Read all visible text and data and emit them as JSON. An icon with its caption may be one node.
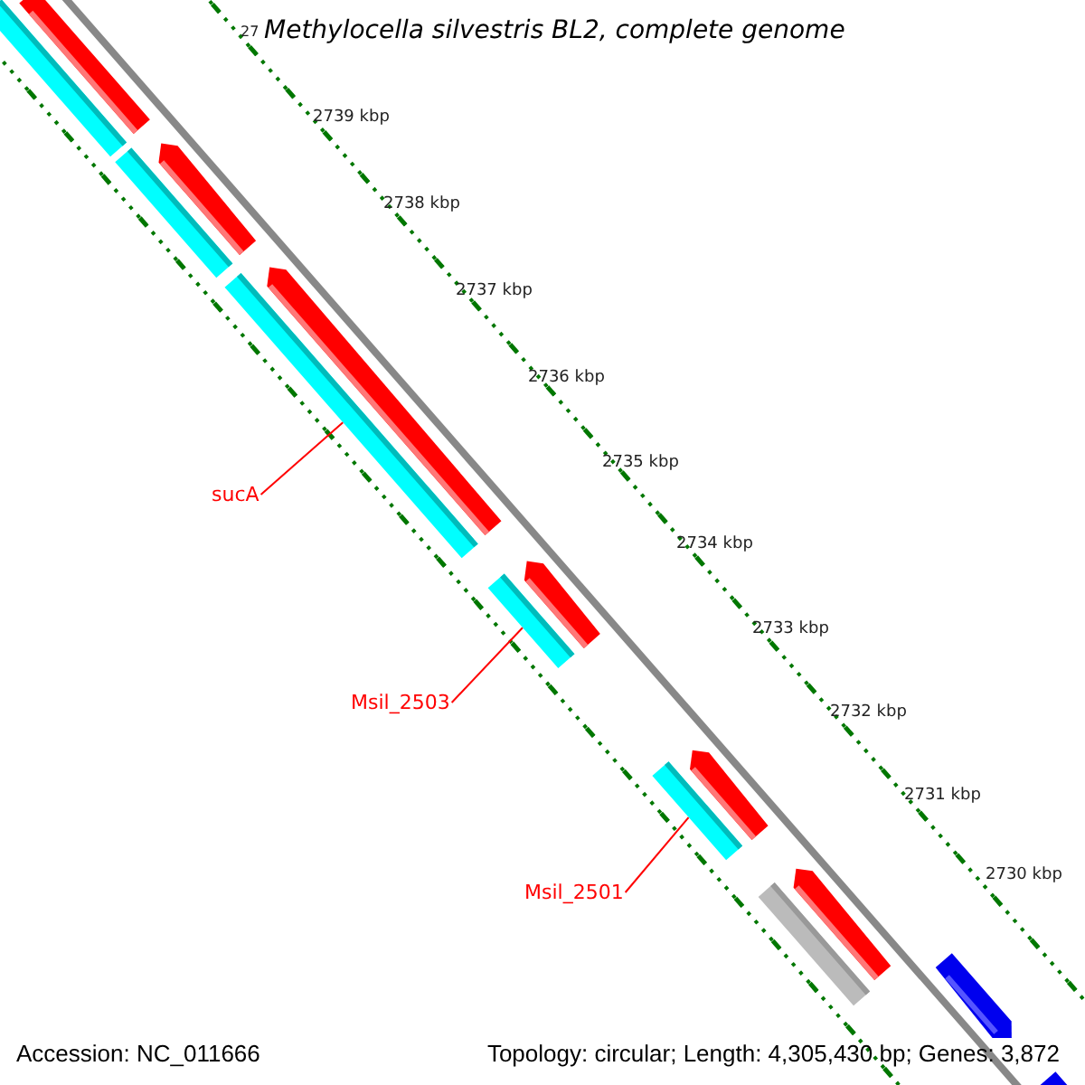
{
  "diagram": {
    "title": "Methylocella silvestris BL2, complete genome",
    "nodes": [
      {
        "text": [],
        "shape": "arrow"
      },
      {
        "text": [],
        "shape": "bar"
      },
      {
        "text": [],
        "shape": "arrow"
      },
      {
        "text": [],
        "shape": "bar"
      },
      {
        "text": [],
        "shape": "arrow"
      },
      {
        "text": [],
        "shape": "bar"
      },
      {
        "text": [
          "sucA"
        ]
      },
      {
        "text": [],
        "shape": "arrow"
      },
      {
        "text": [],
        "shape": "bar"
      },
      {
        "text": [
          "Msil_2503"
        ]
      },
      {
        "text": [],
        "shape": "arrow"
      },
      {
        "text": [],
        "shape": "bar"
      },
      {
        "text": [
          "Msil_2501"
        ]
      },
      {
        "text": [],
        "shape": "bar"
      },
      {
        "text": [],
        "shape": "arrow"
      },
      {
        "text": [],
        "shape": "arrow"
      },
      {
        "text": [],
        "shape": "arrow"
      }
    ],
    "edges": [
      {
        "from": 6,
        "to": 5,
        "arrow": "none"
      },
      {
        "from": 9,
        "to": 8,
        "arrow": "none"
      },
      {
        "from": 12,
        "to": 11,
        "arrow": "none"
      }
    ],
    "labels": [
      "27",
      "2739 kbp",
      "2738 kbp",
      "2737 kbp",
      "2736 kbp",
      "2735 kbp",
      "2734 kbp",
      "2733 kbp",
      "2732 kbp",
      "2731 kbp",
      "2730 kbp",
      "Accession: NC_011666",
      "Topology: circular; Length: 4,305,430 bp; Genes: 3,872"
    ]
  }
}
